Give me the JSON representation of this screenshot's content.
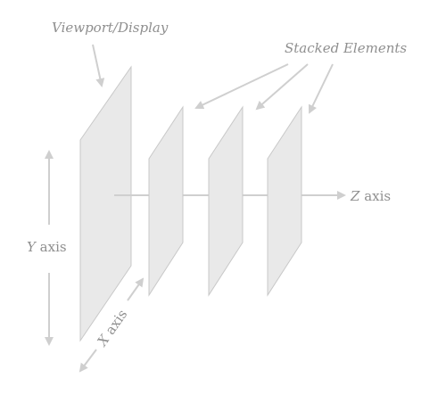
{
  "labels": {
    "viewport": "Viewport/Display",
    "stacked": "Stacked Elements",
    "z_axis_var": "Z",
    "z_axis_word": " axis",
    "y_axis_var": "Y",
    "y_axis_word": " axis",
    "x_axis_var": "X",
    "x_axis_word": " axis"
  },
  "colors": {
    "plane_fill": "#e9e9e9",
    "plane_stroke": "#c8c8c8",
    "arrow": "#cfcfcf",
    "text": "#8f8f8f"
  }
}
